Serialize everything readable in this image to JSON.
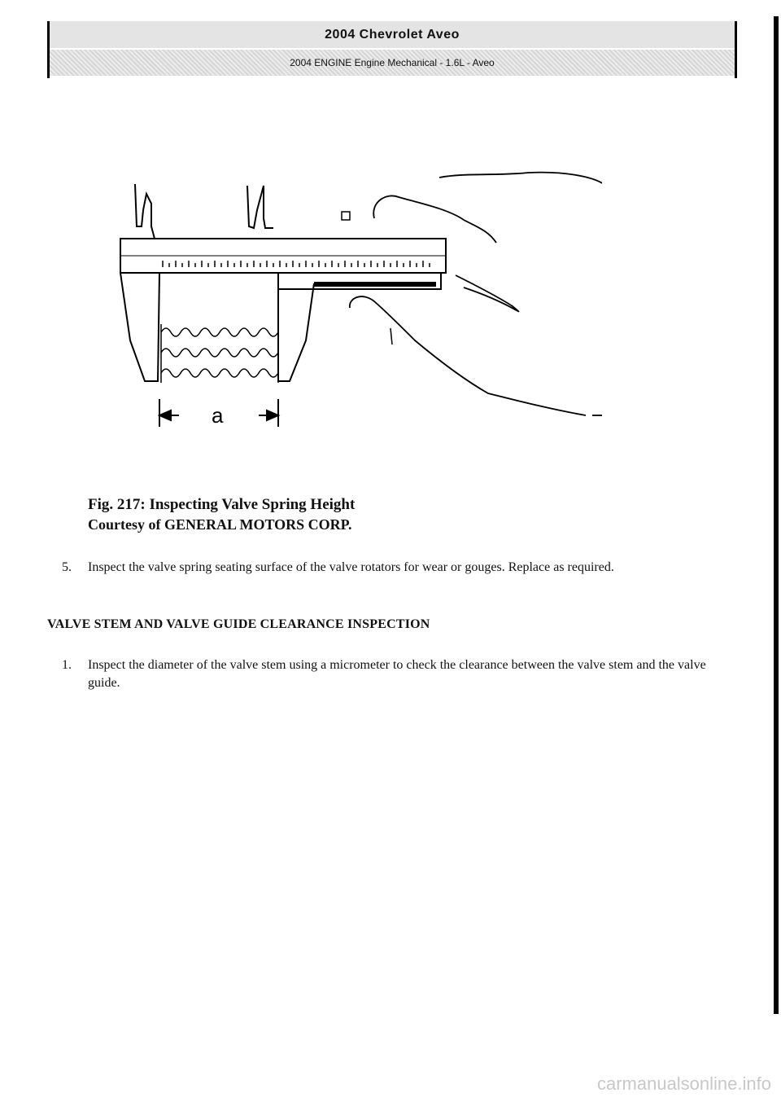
{
  "header": {
    "title": "2004 Chevrolet Aveo",
    "subtitle": "2004 ENGINE Engine Mechanical - 1.6L - Aveo"
  },
  "figure": {
    "dimension_label": "a",
    "caption": "Fig. 217: Inspecting Valve Spring Height",
    "credit": "Courtesy of GENERAL MOTORS CORP."
  },
  "steps_a": [
    {
      "number": "5.",
      "text": "Inspect the valve spring seating surface of the valve rotators for wear or gouges. Replace as required."
    }
  ],
  "section": {
    "heading": "VALVE STEM AND VALVE GUIDE CLEARANCE INSPECTION"
  },
  "steps_b": [
    {
      "number": "1.",
      "text": "Inspect the diameter of the valve stem using a micrometer to check the clearance between the valve stem and the valve guide."
    }
  ],
  "watermark": "carmanualsonline.info"
}
